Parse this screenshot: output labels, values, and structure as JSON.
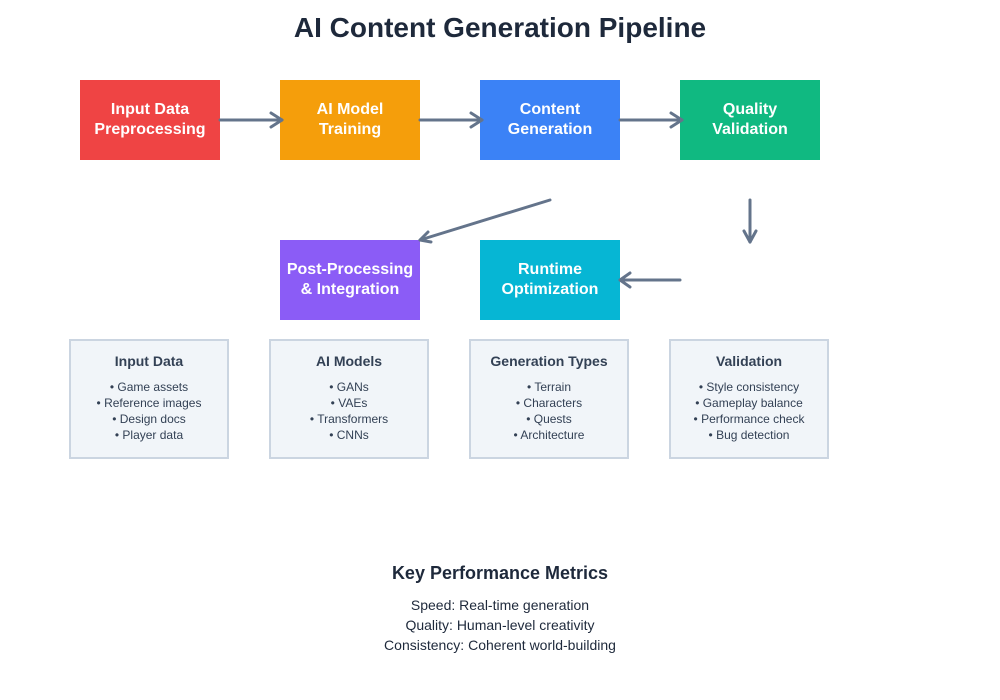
{
  "title": "AI Content Generation Pipeline",
  "stages": [
    {
      "line1": "Input Data",
      "line2": "Preprocessing",
      "color": "#ef4444"
    },
    {
      "line1": "AI Model",
      "line2": "Training",
      "color": "#f59e0b"
    },
    {
      "line1": "Content",
      "line2": "Generation",
      "color": "#3b82f6"
    },
    {
      "line1": "Quality",
      "line2": "Validation",
      "color": "#10b981"
    },
    {
      "line1": "Post-Processing",
      "line2": "& Integration",
      "color": "#8b5cf6"
    },
    {
      "line1": "Runtime",
      "line2": "Optimization",
      "color": "#06b6d4"
    }
  ],
  "arrow_color": "#64748b",
  "cards": [
    {
      "title": "Input Data",
      "items": [
        "• Game assets",
        "• Reference images",
        "• Design docs",
        "• Player data"
      ]
    },
    {
      "title": "AI Models",
      "items": [
        "• GANs",
        "• VAEs",
        "• Transformers",
        "• CNNs"
      ]
    },
    {
      "title": "Generation Types",
      "items": [
        "• Terrain",
        "• Characters",
        "• Quests",
        "• Architecture"
      ]
    },
    {
      "title": "Validation",
      "items": [
        "• Style consistency",
        "• Gameplay balance",
        "• Performance check",
        "• Bug detection"
      ]
    }
  ],
  "metrics": {
    "title": "Key Performance Metrics",
    "items": [
      "Speed: Real-time generation",
      "Quality: Human-level creativity",
      "Consistency: Coherent world-building"
    ]
  }
}
